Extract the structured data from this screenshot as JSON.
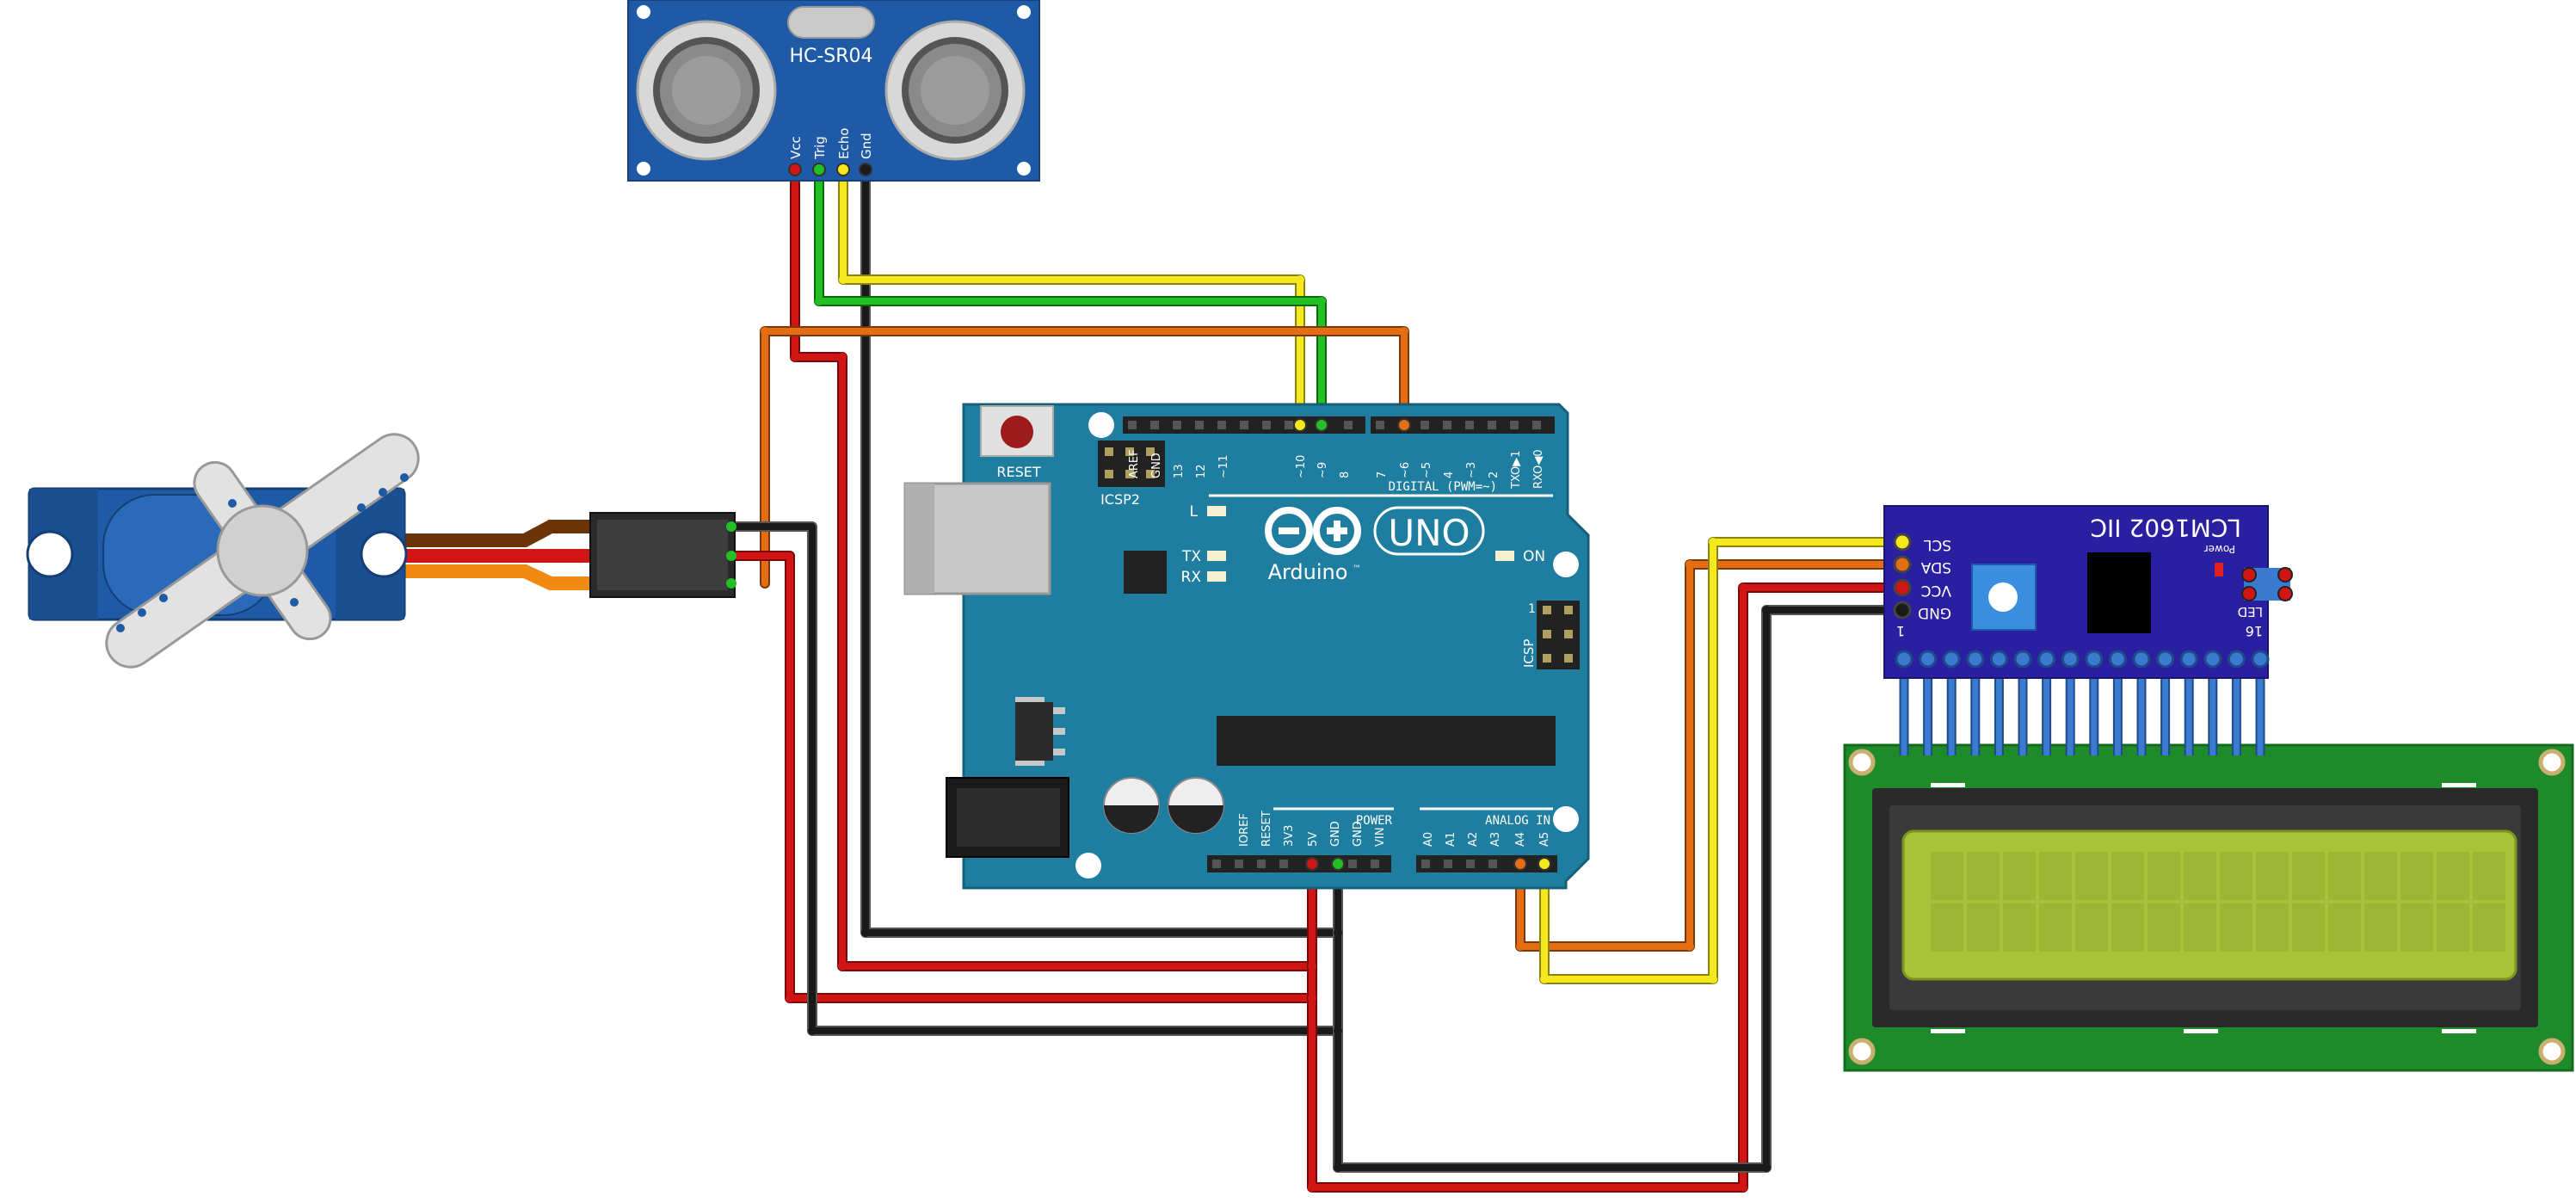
{
  "colors": {
    "wire_red": "#cc1111",
    "wire_black": "#1a1a1a",
    "wire_yellow": "#f2e41a",
    "wire_green": "#1fb81f",
    "wire_orange": "#e06a12",
    "wire_blue": "#3a7bd0",
    "arduino_board": "#1f7ea0",
    "sensor_board": "#1e5aa6",
    "i2c_board": "#2a1fa0",
    "lcd_pcb": "#1f8a2a",
    "lcd_screen": "#a8c23a",
    "servo_body": "#1e5aa6"
  },
  "sensor": {
    "name": "HC-SR04",
    "pins": [
      "Vcc",
      "Trig",
      "Echo",
      "Gnd"
    ]
  },
  "arduino": {
    "reset_label": "RESET",
    "icsp2_label": "ICSP2",
    "icsp_label": "ICSP",
    "icsp_pin1": "1",
    "led_l_label": "L",
    "tx_label": "TX",
    "rx_label": "RX",
    "on_label": "ON",
    "brand": "Arduino",
    "tm": "™",
    "model": "UNO",
    "digital_label": "DIGITAL (PWM=~)",
    "digital_pins": [
      "AREF",
      "GND",
      "13",
      "12",
      "~11",
      "~10",
      "~9",
      "8",
      "7",
      "~6",
      "~5",
      "4",
      "~3",
      "2",
      "TXO▶1",
      "RXO◀0"
    ],
    "power_label": "POWER",
    "power_pins": [
      "IOREF",
      "RESET",
      "3V3",
      "5V",
      "GND",
      "GND",
      "VIN"
    ],
    "analog_label": "ANALOG IN",
    "analog_pins": [
      "A0",
      "A1",
      "A2",
      "A3",
      "A4",
      "A5"
    ]
  },
  "i2c": {
    "title": "LCM1602 IIC",
    "pins": [
      "SCL",
      "SDA",
      "VCC",
      "GND"
    ],
    "power_label": "Power",
    "led_label": "LED",
    "pin_first": "1",
    "pin_last": "16"
  }
}
